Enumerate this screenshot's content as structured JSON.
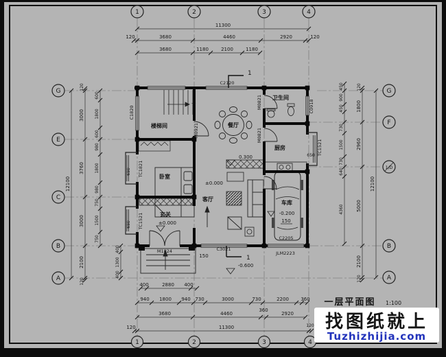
{
  "colors": {
    "sheet": "#b4b4b4",
    "ink": "#151515",
    "watermark_link": "#2233bb"
  },
  "title": {
    "name": "一层平面图",
    "scale": "1:100"
  },
  "watermark": {
    "line1": "找图纸就上",
    "line2": "Tuzhizhijia.com"
  },
  "axes": {
    "top": [
      "1",
      "2",
      "3",
      "4"
    ],
    "bottom": [
      "1",
      "2",
      "3",
      "4"
    ],
    "left": [
      "G",
      "E",
      "C",
      "B",
      "A"
    ],
    "right": [
      "G",
      "F",
      "1/D",
      "B",
      "A"
    ]
  },
  "rooms": {
    "stair": "楼梯间",
    "dining": "餐厅",
    "bath": "卫生间",
    "kitchen": "厨房",
    "bedroom": "卧室",
    "living": "客厅",
    "entry": "玄关",
    "garage": "车库"
  },
  "openings": {
    "c1820": "C1820",
    "c2120": "C2120",
    "c0918": "C0918",
    "tc1521_right": "TC1521",
    "m0821_bath": "M0821",
    "m0821_kitchen": "M0821",
    "m0921": "M0921",
    "tc1821": "TC1821",
    "tc1521_left": "TC1521",
    "m1824": "M1824",
    "c3021": "C3021",
    "c2205": "C2205",
    "jlm2223": "JLM2223"
  },
  "levels": {
    "dining": "0.300",
    "living": "±0.000",
    "entry": "±0.000",
    "outside": "-0.600",
    "garage": "-0.200",
    "garage_step": "150",
    "entry_step": "150",
    "up": "上",
    "section": "1"
  },
  "dims": {
    "top": {
      "total": "11300",
      "row2": [
        "120",
        "3680",
        "4460",
        "2920",
        "120"
      ],
      "row3": [
        "3680",
        "1180",
        "2100",
        "1180"
      ]
    },
    "bottom": {
      "porch": [
        "400",
        "2880",
        "400"
      ],
      "row1": [
        "940",
        "1800",
        "940",
        "730",
        "3000",
        "730",
        "2200",
        "360"
      ],
      "row2": [
        "3680",
        "4460",
        "360",
        "2920"
      ],
      "margin": "120",
      "total": "11300",
      "right_margin": "120"
    },
    "left": {
      "total": "12100",
      "margin_top": "120",
      "margin_bottom": "120",
      "mid": [
        "3000",
        "3760",
        "3000",
        "2100"
      ],
      "inner": [
        "600",
        "1800",
        "600",
        "980",
        "1800",
        "980",
        "750",
        "1500",
        "750"
      ],
      "porch": [
        "400",
        "1300",
        "400"
      ]
    },
    "right": {
      "total": "12100",
      "margin_top": "120",
      "margin_bottom": "120",
      "col_mid": [
        "1800",
        "2960",
        "5000",
        "2100"
      ],
      "col_inner": [
        "450",
        "900",
        "450",
        "730",
        "1500",
        "730",
        "640",
        "4360"
      ]
    },
    "bays": {
      "tc1821": "650",
      "tc1521_left": "650",
      "tc1521_right": "650"
    }
  }
}
